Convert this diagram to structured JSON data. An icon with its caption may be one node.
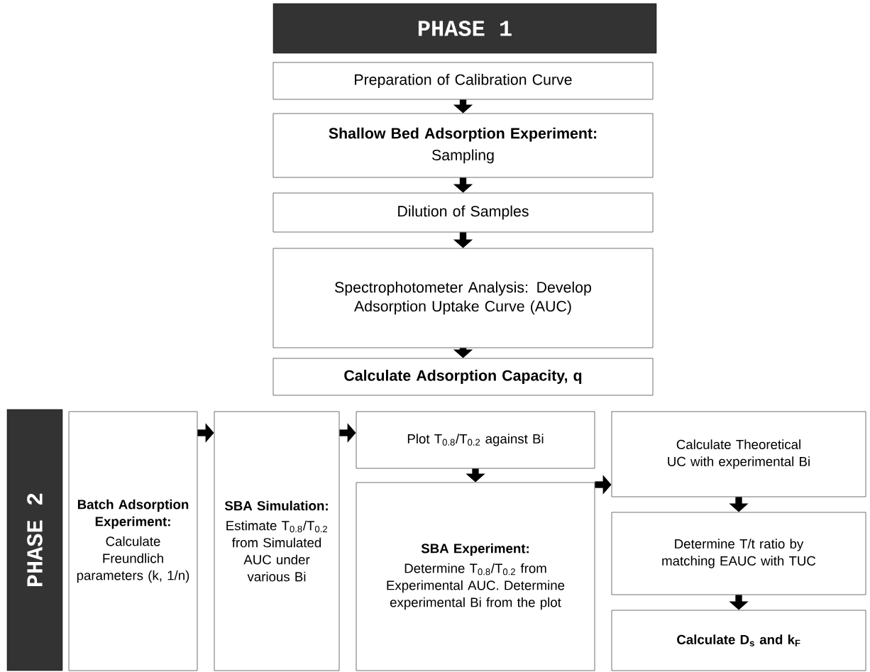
{
  "diagram": {
    "nodes": [
      {
        "text": [
          "PHASE 1"
        ]
      },
      {
        "text": [
          "Preparation of Calibration Curve"
        ]
      },
      {
        "text": [
          "Shallow Bed Adsorption Experiment:",
          "Sampling"
        ]
      },
      {
        "text": [
          "Dilution of Samples"
        ]
      },
      {
        "text": [
          "Spectrophotometer Analysis: Develop Adsorption Uptake Curve (AUC)"
        ]
      },
      {
        "text": [
          "Calculate Adsorption Capacity, q"
        ]
      },
      {
        "text": [
          "PHASE 2"
        ]
      },
      {
        "text": [
          "Batch Adsorption Experiment:",
          "Calculate Freundlich parameters (k, 1/n)"
        ]
      },
      {
        "text": [
          "SBA Simulation:",
          "Estimate T$_{0.8}$/T$_{0.2}$ from Simulated AUC under various Bi"
        ]
      },
      {
        "text": [
          "Plot T$_{0.8}$/T$_{0.2}$ against Bi"
        ]
      },
      {
        "text": [
          "SBA Experiment:",
          "Determine T$_{0.8}$/T$_{0.2}$ from Experimental AUC. Determine experimental Bi from the plot"
        ]
      },
      {
        "text": [
          "Calculate Theoretical UC with experimental Bi"
        ]
      },
      {
        "text": [
          "Determine T/t ratio by matching EAUC with TUC"
        ]
      },
      {
        "text": [
          "Calculate D$_{s}$ and k$_{F}$"
        ]
      }
    ],
    "edges": [
      {
        "from": 1,
        "to": 2,
        "arrow": "to"
      },
      {
        "from": 2,
        "to": 3,
        "arrow": "to"
      },
      {
        "from": 3,
        "to": 4,
        "arrow": "to"
      },
      {
        "from": 4,
        "to": 5,
        "arrow": "to"
      },
      {
        "from": 7,
        "to": 8,
        "arrow": "to"
      },
      {
        "from": 8,
        "to": 9,
        "arrow": "to"
      },
      {
        "from": 9,
        "to": 10,
        "arrow": "to"
      },
      {
        "from": 10,
        "to": 11,
        "arrow": "to"
      },
      {
        "from": 11,
        "to": 12,
        "arrow": "to"
      },
      {
        "from": 12,
        "to": 13,
        "arrow": "to"
      }
    ]
  }
}
